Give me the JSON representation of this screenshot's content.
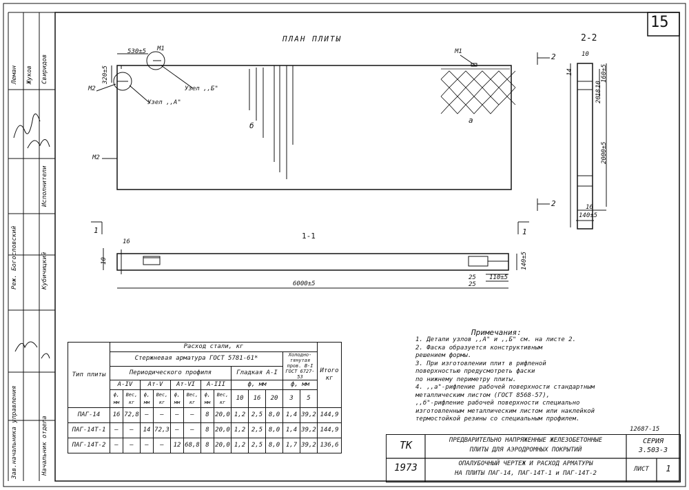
{
  "sheet": {
    "number": "15",
    "plan_title": "ПЛАН ПЛИТЫ",
    "section_2_label": "2-2",
    "section_1_label": "1-1"
  },
  "plan": {
    "dim_top": "530±5",
    "dim_left": "320±5",
    "m1_a": "М1",
    "m1_b": "М1",
    "m2_a": "М2",
    "m2_b": "М2",
    "uzel_b": "Узел ,,Б\"",
    "uzel_a": "Узел ,,А\"",
    "zone_b": "б",
    "zone_a": "а"
  },
  "section22": {
    "dim_height": "2000±5",
    "dim_top": "10",
    "dim_a": "14",
    "dim_b": "160±5",
    "dim_c": "10",
    "dim_d": "18",
    "dim_e": "20",
    "dim_bottom": "16",
    "dim_width": "140±5",
    "cut_top": "2",
    "cut_bottom": "2"
  },
  "section11": {
    "dim_length": "6000±5",
    "dim_h": "16",
    "dim_left_v": "10",
    "dim_right_v": "140±5",
    "dim_r1": "25",
    "dim_r2": "110±5",
    "dim_r3": "25",
    "cut_left": "1",
    "cut_right": "1"
  },
  "notes": {
    "title": "Примечания:",
    "lines": [
      "1. Детали узлов ,,А\" и ,,Б\" см. на листе 2.",
      "2. Фаска образуется конструктивным",
      "    решением формы.",
      "3. При изготовлении плит в рифленой",
      "    поверхностью предусмотреть фаски",
      "    по нижнему периметру плиты.",
      "4. ,,а\"-рифление рабочей поверхности стандартным",
      "    металлическим листом (ГОСТ 8568-57),",
      "    ,,б\"-рифление рабочей поверхности специально",
      "    изготовленным металлическим листом или наклейкой",
      "    термостойкой резины со специальным профилем."
    ]
  },
  "table": {
    "col_type": "Тип плиты",
    "steel_header": "Расход стали, кг",
    "rod_header": "Стержневая арматура ГОСТ 5781-61*",
    "periodic_header": "Периодического профиля",
    "plain_header": "Гладкая А-I",
    "wire_header": "Холодно-тянутая пров. В-I ГОСТ 6727-53",
    "total_header": "Итого кг",
    "classes": [
      "А-IV",
      "Ат-V",
      "Ат-VI",
      "А-III"
    ],
    "sub_d": "ф, мм",
    "sub_w": "Вес, кг",
    "plain_phi": "ф, мм",
    "wire_phi": "ф, мм",
    "plain_cols": [
      "10",
      "16",
      "20"
    ],
    "wire_cols": [
      "3",
      "5"
    ],
    "rows": [
      [
        "ПАГ-14",
        "16",
        "72,8",
        "—",
        "—",
        "—",
        "—",
        "8",
        "20,0",
        "1,2",
        "2,5",
        "8,0",
        "1,4",
        "39,2",
        "144,9"
      ],
      [
        "ПАГ-14Т-1",
        "—",
        "—",
        "14",
        "72,3",
        "—",
        "—",
        "8",
        "20,0",
        "1,2",
        "2,5",
        "8,0",
        "1,4",
        "39,2",
        "144,9"
      ],
      [
        "ПАГ-14Т-2",
        "—",
        "—",
        "—",
        "—",
        "12",
        "68,8",
        "8",
        "20,0",
        "1,2",
        "2,5",
        "8,0",
        "1,7",
        "39,2",
        "136,6"
      ]
    ]
  },
  "stamp": {
    "code": "12687-15",
    "org": "ТК",
    "year": "1973",
    "title1": "ПРЕДВАРИТЕЛЬНО НАПРЯЖЕННЫЕ ЖЕЛЕЗОБЕТОННЫЕ",
    "title2": "ПЛИТЫ ДЛЯ АЭРОДРОМНЫХ ПОКРЫТИЙ",
    "title3": "ОПАЛУБОЧНЫЙ ЧЕРТЕЖ И РАСХОД АРМАТУРЫ",
    "title4": "НА ПЛИТЫ ПАГ-14, ПАГ-14Т-1 и ПАГ-14Т-2",
    "series_label": "СЕРИЯ",
    "series_value": "3.503-3",
    "sheet_label": "ЛИСТ",
    "sheet_value": "1"
  },
  "sidebar": {
    "role1": "Зав.начальника управления",
    "role2": "Начальник отдела",
    "role3": "Реж. Богословский",
    "role4": "Кубичицкий",
    "role5": "Исполнители",
    "name1": "Леман",
    "name2": "Жуков",
    "name3": "Свиридов"
  }
}
